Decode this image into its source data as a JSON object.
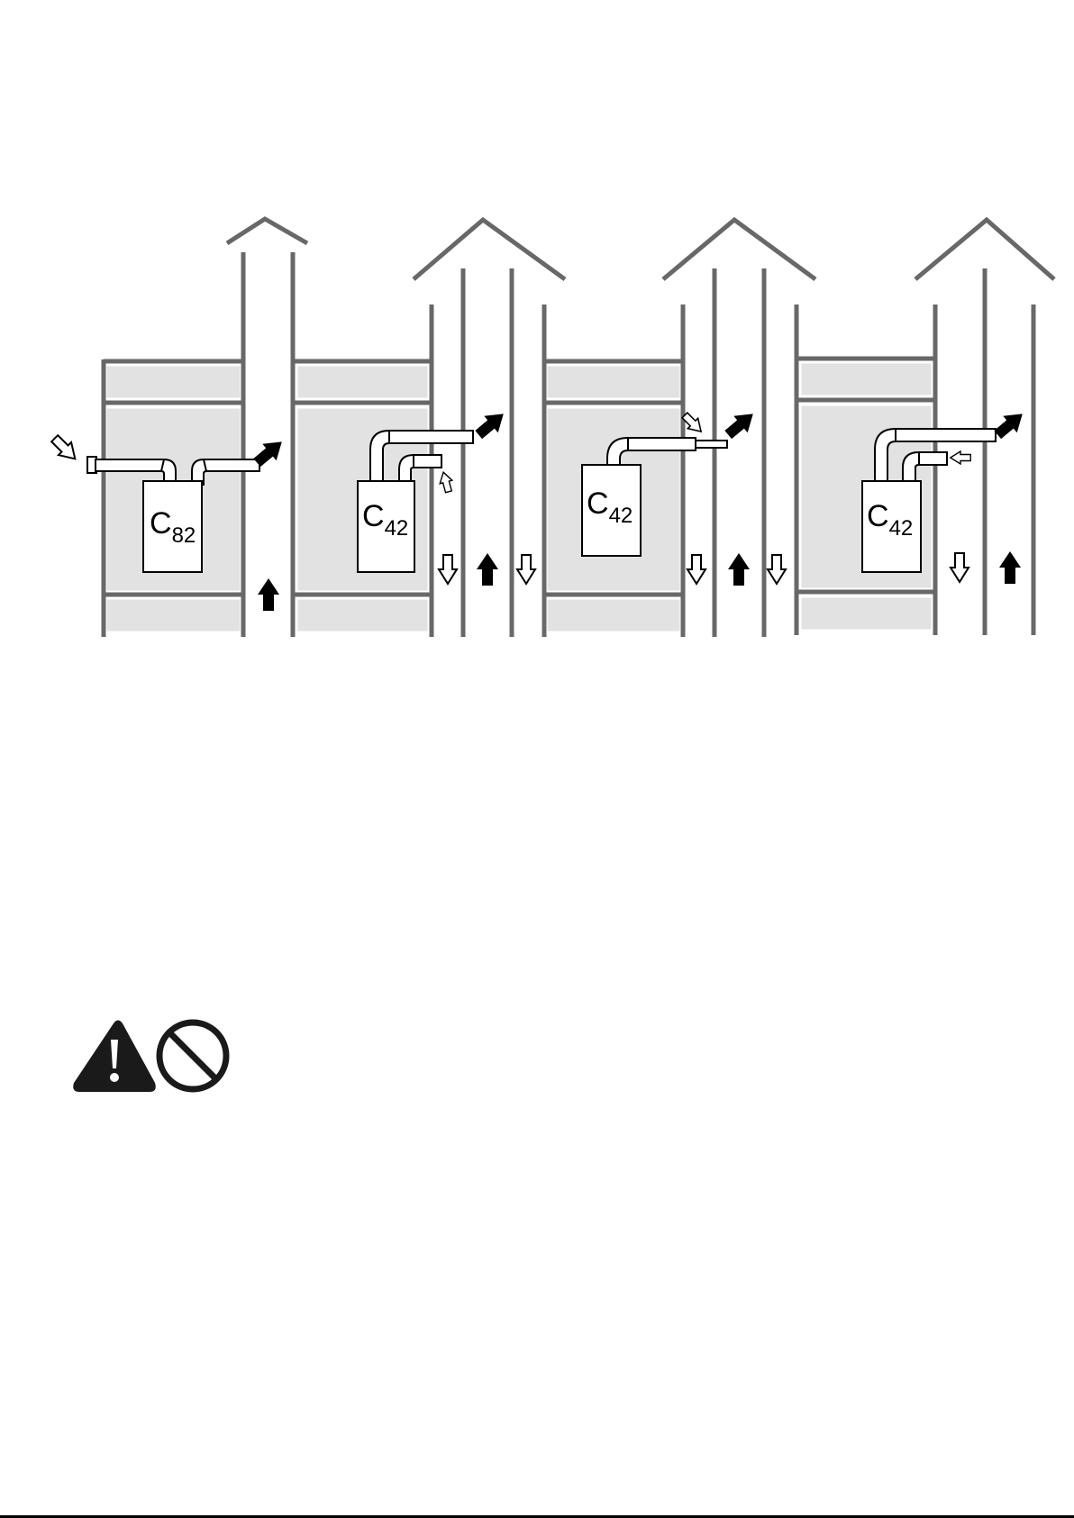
{
  "installations": [
    {
      "code": "C",
      "sub": "82"
    },
    {
      "code": "C",
      "sub": "42"
    },
    {
      "code": "C",
      "sub": "42"
    },
    {
      "code": "C",
      "sub": "42"
    }
  ],
  "icons": {
    "warning": "warning-triangle-icon",
    "prohibition": "prohibition-icon"
  },
  "colors": {
    "wall": "#686868",
    "panel": "#e2e2e2",
    "panel_border": "#ffffff",
    "stroke": "#000000"
  }
}
